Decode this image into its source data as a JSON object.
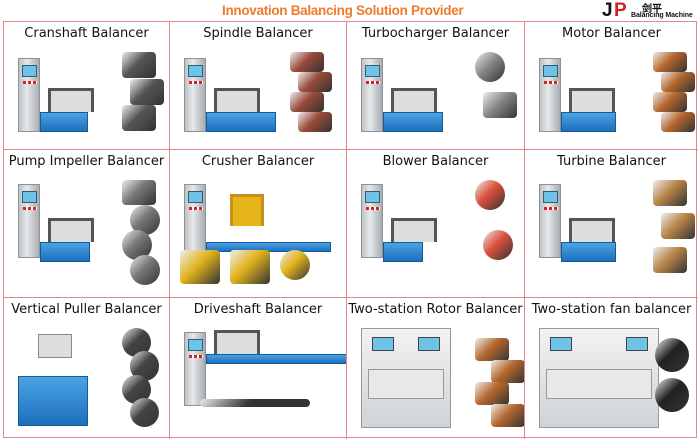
{
  "header": {
    "tagline": "Innovation Balancing Solution Provider",
    "logo": {
      "letters_j": "J",
      "letters_p": "P",
      "chinese": "剑平",
      "english": "Balancing Machine"
    }
  },
  "products": [
    {
      "label": "Cranshaft Balancer",
      "parts": [
        "crankshaft",
        "crankshaft",
        "crankshaft"
      ],
      "color": "#555"
    },
    {
      "label": "Spindle Balancer",
      "parts": [
        "gearbox",
        "spindle",
        "spindle",
        "motor"
      ],
      "color": "#9a4a3a"
    },
    {
      "label": "Turbocharger Balancer",
      "parts": [
        "turbine-wheel",
        "turbine-rotor"
      ],
      "color": "#888"
    },
    {
      "label": "Motor Balancer",
      "parts": [
        "armature",
        "armature",
        "armature",
        "armature"
      ],
      "color": "#b5672d"
    },
    {
      "label": "Pump Impeller Balancer",
      "parts": [
        "armature",
        "impeller-rotor",
        "impeller",
        "impeller"
      ],
      "color": "#777"
    },
    {
      "label": "Crusher Balancer",
      "parts": [
        "crusher-rotor",
        "crusher-rotor",
        "fan-impeller"
      ],
      "color": "#e1b21c"
    },
    {
      "label": "Blower Balancer",
      "parts": [
        "blower-wheel",
        "blower-wheel"
      ],
      "color": "#d9503c"
    },
    {
      "label": "Turbine Balancer",
      "parts": [
        "turbine-rotor",
        "screw-rotor",
        "turbine-blade"
      ],
      "color": "#b8864a"
    },
    {
      "label": "Vertical Puller Balancer",
      "parts": [
        "pulley",
        "pulley",
        "pulley",
        "pulley"
      ],
      "color": "#444"
    },
    {
      "label": "Driveshaft Balancer",
      "parts": [
        "driveshaft"
      ],
      "color": "#333"
    },
    {
      "label": "Two-station Rotor Balancer",
      "parts": [
        "armature",
        "armature",
        "armature",
        "armature"
      ],
      "color": "#b5672d"
    },
    {
      "label": "Two-station fan balancer",
      "parts": [
        "fan",
        "fan-blade"
      ],
      "color": "#222"
    }
  ]
}
